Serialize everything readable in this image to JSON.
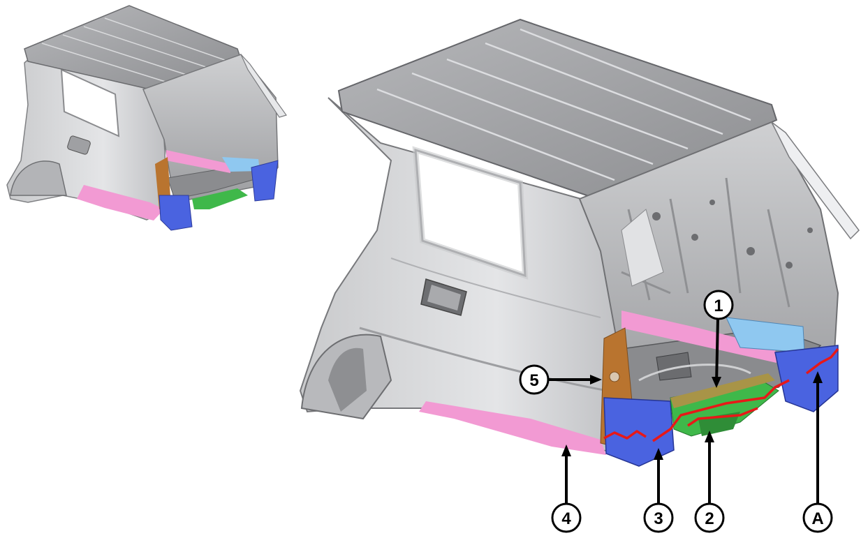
{
  "callouts": [
    {
      "id": "1",
      "label": "1"
    },
    {
      "id": "2",
      "label": "2"
    },
    {
      "id": "3",
      "label": "3"
    },
    {
      "id": "4",
      "label": "4"
    },
    {
      "id": "5",
      "label": "5"
    },
    {
      "id": "A",
      "label": "A"
    }
  ],
  "colors": {
    "body": "#d9d9db",
    "body_dark": "#8e8f92",
    "roof": "#a3a4a7",
    "pink_sill": "#f29ad3",
    "blue_panel": "#4a63e0",
    "light_blue": "#8fc8f0",
    "green_panel": "#3fb84a",
    "orange_pillar": "#b9742f",
    "cut_line": "#e81818",
    "callout_fill": "#ffffff",
    "callout_stroke": "#000000"
  },
  "images": [
    {
      "name": "overview-body-shell"
    },
    {
      "name": "detail-body-shell"
    }
  ]
}
